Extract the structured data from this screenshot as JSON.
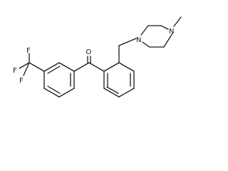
{
  "molecule": {
    "atoms": {
      "oxygen": "O",
      "n_top": "N",
      "n_left": "N",
      "fluorine_top": "F",
      "fluorine_left": "F",
      "fluorine_bottom": "F"
    }
  }
}
